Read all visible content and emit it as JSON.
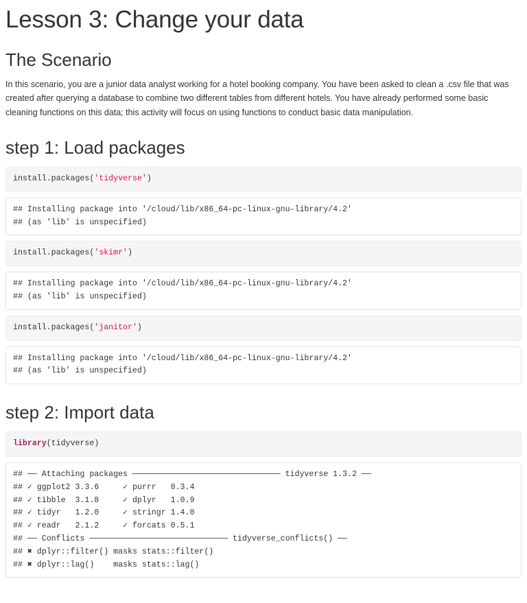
{
  "document": {
    "title": "Lesson 3: Change your data",
    "scenario_heading": "The Scenario",
    "scenario_paragraph": "In this scenario, you are a junior data analyst working for a hotel booking company. You have been asked to clean a .csv file that was created after querying a database to combine two different tables from different hotels. You have already performed some basic cleaning functions on this data; this activity will focus on using functions to conduct basic data manipulation."
  },
  "step1": {
    "heading": "step 1: Load packages",
    "chunk1_input_prefix": "install.packages(",
    "chunk1_input_string": "'tidyverse'",
    "chunk1_input_suffix": ")",
    "chunk1_output": "## Installing package into '/cloud/lib/x86_64-pc-linux-gnu-library/4.2'\n## (as 'lib' is unspecified)",
    "chunk2_input_prefix": "install.packages(",
    "chunk2_input_string": "'skimr'",
    "chunk2_input_suffix": ")",
    "chunk2_output": "## Installing package into '/cloud/lib/x86_64-pc-linux-gnu-library/4.2'\n## (as 'lib' is unspecified)",
    "chunk3_input_prefix": "install.packages(",
    "chunk3_input_string": "'janitor'",
    "chunk3_input_suffix": ")",
    "chunk3_output": "## Installing package into '/cloud/lib/x86_64-pc-linux-gnu-library/4.2'\n## (as 'lib' is unspecified)"
  },
  "step2": {
    "heading": "step 2: Import data",
    "library_keyword": "library",
    "library_arg": "(tidyverse)",
    "tidyverse_output": "## ── Attaching packages ─────────────────────────────── tidyverse 1.3.2 ──\n## ✓ ggplot2 3.3.6     ✓ purrr   0.3.4\n## ✓ tibble  3.1.8     ✓ dplyr   1.0.9\n## ✓ tidyr   1.2.0     ✓ stringr 1.4.0\n## ✓ readr   2.1.2     ✓ forcats 0.5.1\n## ── Conflicts ───────────────────────────── tidyverse_conflicts() ──\n## ✖ dplyr::filter() masks stats::filter()\n## ✖ dplyr::lag()    masks stats::lag()",
    "attached_packages": [
      {
        "name": "ggplot2",
        "version": "3.3.6"
      },
      {
        "name": "purrr",
        "version": "0.3.4"
      },
      {
        "name": "tibble",
        "version": "3.1.8"
      },
      {
        "name": "dplyr",
        "version": "1.0.9"
      },
      {
        "name": "tidyr",
        "version": "1.2.0"
      },
      {
        "name": "stringr",
        "version": "1.4.0"
      },
      {
        "name": "readr",
        "version": "2.1.2"
      },
      {
        "name": "forcats",
        "version": "0.5.1"
      }
    ],
    "tidyverse_version": "tidyverse 1.3.2",
    "conflicts_label": "tidyverse_conflicts()",
    "conflicts": [
      "dplyr::filter() masks stats::filter()",
      "dplyr::lag()    masks stats::lag()"
    ]
  },
  "colors": {
    "string_literal": "#d14",
    "keyword": "#a71d5d",
    "text": "#333333",
    "input_background": "#f5f5f5",
    "output_border": "#e3e3e3"
  }
}
